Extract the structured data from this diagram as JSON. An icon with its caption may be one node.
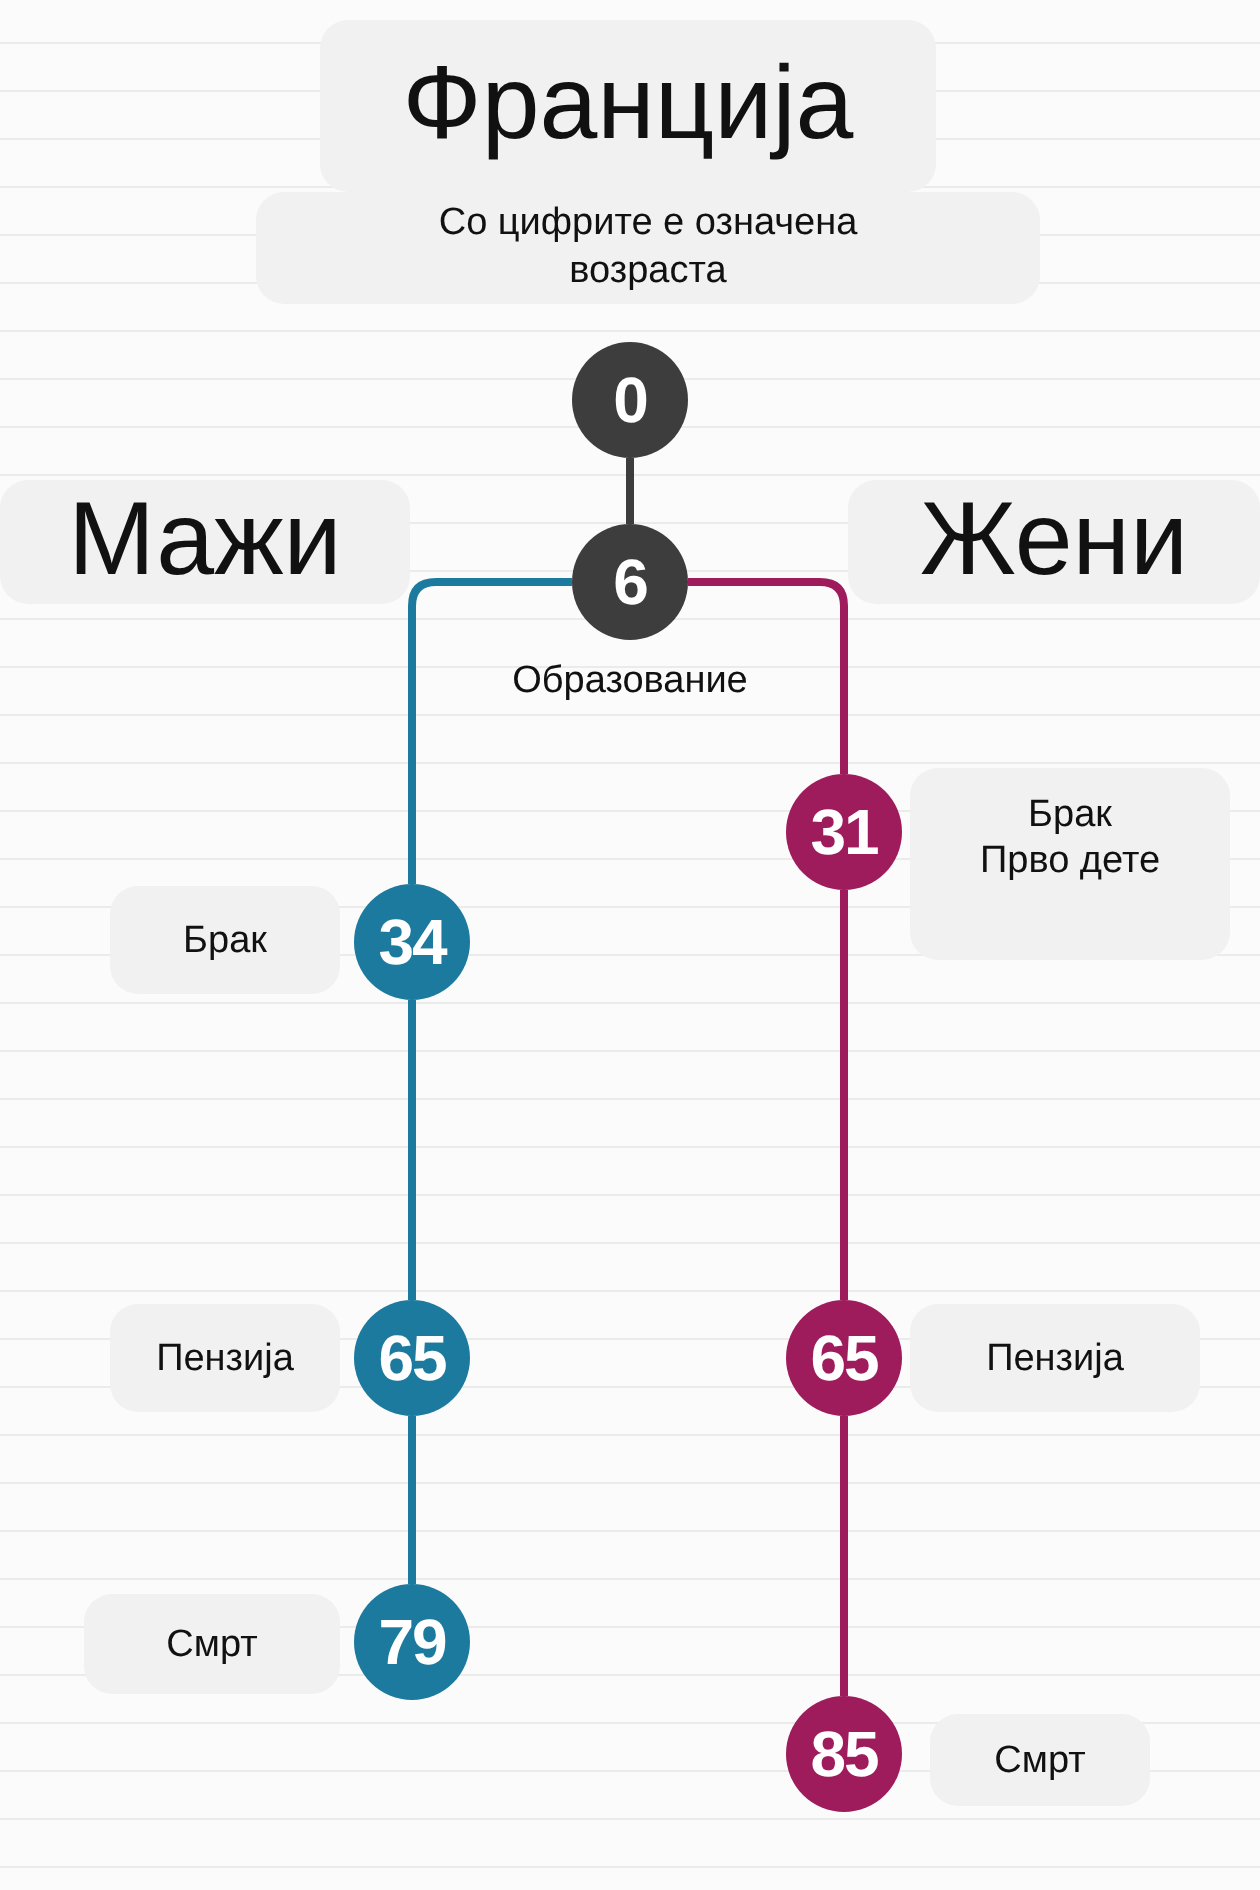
{
  "diagram": {
    "title": "Франција",
    "nodes": [
      {
        "text": [
          "0"
        ]
      },
      {
        "text": [
          "6"
        ],
        "beside": [
          "Образование"
        ]
      },
      {
        "text": [
          "31"
        ],
        "beside": [
          "Брак",
          "Прво дете"
        ]
      },
      {
        "text": [
          "34"
        ],
        "beside": [
          "Брак"
        ]
      },
      {
        "text": [
          "65"
        ],
        "beside": [
          "Пензија"
        ]
      },
      {
        "text": [
          "65"
        ],
        "beside": [
          "Пензија"
        ]
      },
      {
        "text": [
          "79"
        ],
        "beside": [
          "Смрт"
        ]
      },
      {
        "text": [
          "85"
        ],
        "beside": [
          "Смрт"
        ]
      }
    ],
    "edges": [
      {
        "from": 0,
        "to": 1,
        "arrow": "none",
        "color": "#3d3d3d"
      },
      {
        "from": 1,
        "to": 3,
        "arrow": "none",
        "color": "#1b7a9e"
      },
      {
        "from": 3,
        "to": 4,
        "arrow": "none",
        "color": "#1b7a9e"
      },
      {
        "from": 4,
        "to": 6,
        "arrow": "none",
        "color": "#1b7a9e"
      },
      {
        "from": 1,
        "to": 2,
        "arrow": "none",
        "color": "#9e1b5c"
      },
      {
        "from": 2,
        "to": 5,
        "arrow": "none",
        "color": "#9e1b5c"
      },
      {
        "from": 5,
        "to": 7,
        "arrow": "none",
        "color": "#9e1b5c"
      }
    ],
    "labels": [
      "Со цифрите е означена возраста",
      "Мажи",
      "Жени"
    ]
  }
}
